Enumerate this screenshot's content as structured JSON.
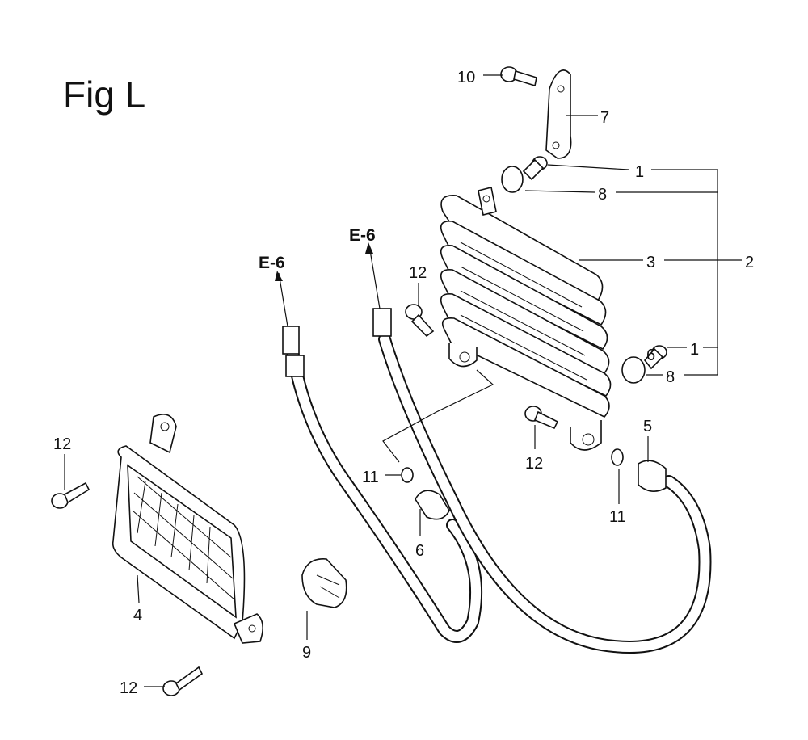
{
  "figure": {
    "title": "Fig L",
    "references": [
      "E-6",
      "E-6"
    ],
    "callouts": [
      {
        "id": "c10",
        "label": "10"
      },
      {
        "id": "c7",
        "label": "7"
      },
      {
        "id": "c1a",
        "label": "1"
      },
      {
        "id": "c8a",
        "label": "8"
      },
      {
        "id": "c3",
        "label": "3"
      },
      {
        "id": "c2",
        "label": "2"
      },
      {
        "id": "c1b",
        "label": "1"
      },
      {
        "id": "c6a",
        "label": "6"
      },
      {
        "id": "c8b",
        "label": "8"
      },
      {
        "id": "c12a",
        "label": "12"
      },
      {
        "id": "c12b",
        "label": "12"
      },
      {
        "id": "c12c",
        "label": "12"
      },
      {
        "id": "c12d",
        "label": "12"
      },
      {
        "id": "c11a",
        "label": "11"
      },
      {
        "id": "c11b",
        "label": "11"
      },
      {
        "id": "c5",
        "label": "5"
      },
      {
        "id": "c6b",
        "label": "6"
      },
      {
        "id": "c4",
        "label": "4"
      },
      {
        "id": "c9",
        "label": "9"
      }
    ]
  }
}
